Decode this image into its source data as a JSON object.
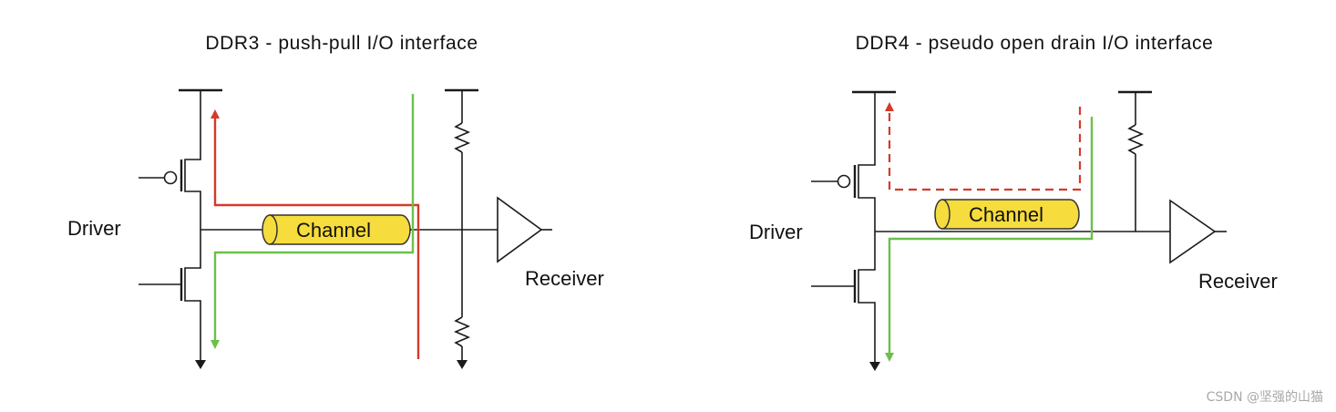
{
  "diagrams": [
    {
      "title": "DDR3 - push-pull I/O interface",
      "driver_label": "Driver",
      "receiver_label": "Receiver",
      "channel_label": "Channel"
    },
    {
      "title": "DDR4 - pseudo open drain I/O interface",
      "driver_label": "Driver",
      "receiver_label": "Receiver",
      "channel_label": "Channel"
    }
  ],
  "watermark": "CSDN @坚强的山猫",
  "colors": {
    "wire": "#1a1a1a",
    "high_current_path": "#d43a2a",
    "low_current_path": "#6cc04a",
    "channel_fill": "#f6dc3c",
    "channel_stroke": "#333333",
    "background": "#ffffff"
  }
}
